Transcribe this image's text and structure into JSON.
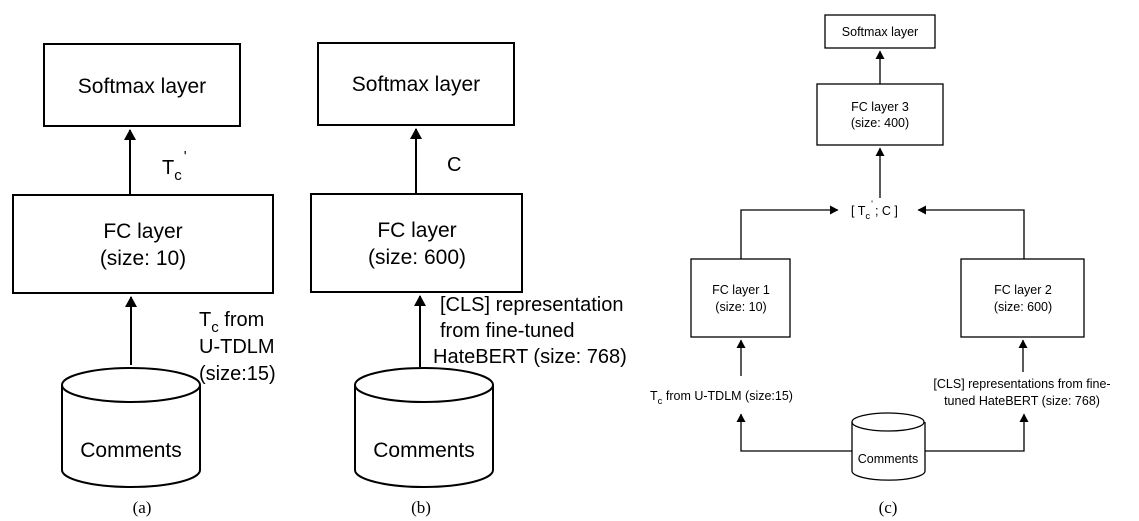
{
  "panel_a": {
    "softmax": "Softmax layer",
    "fc_line1": "FC layer",
    "fc_line2": "(size: 10)",
    "edge_base": "T",
    "edge_sub": "c",
    "edge_sup": "'",
    "input_t": "T",
    "input_sub": "c",
    "input_l1": " from",
    "input_l2": "U-TDLM",
    "input_l3": "(size:15)",
    "db_label": "Comments",
    "caption": "(a)"
  },
  "panel_b": {
    "softmax": "Softmax layer",
    "fc_line1": "FC layer",
    "fc_line2": "(size: 600)",
    "edge_label": "C",
    "input_l1": "[CLS] representation",
    "input_l2": "from fine-tuned",
    "input_l3": "HateBERT (size: 768)",
    "db_label": "Comments",
    "caption": "(b)"
  },
  "panel_c": {
    "softmax": "Softmax layer",
    "fc3_line1": "FC layer 3",
    "fc3_line2": "(size: 400)",
    "concat_open": "[ T",
    "concat_sub": "c",
    "concat_sup": "'",
    "concat_close": "; C ]",
    "fc1_line1": "FC layer 1",
    "fc1_line2": "(size: 10)",
    "fc2_line1": "FC layer 2",
    "fc2_line2": "(size: 600)",
    "left_t": "T",
    "left_sub": "c",
    "left_rest": " from U-TDLM (size:15)",
    "right_l1": "[CLS] representations from fine-",
    "right_l2": "tuned HateBERT  (size: 768)",
    "db_label": "Comments",
    "caption": "(c)"
  }
}
